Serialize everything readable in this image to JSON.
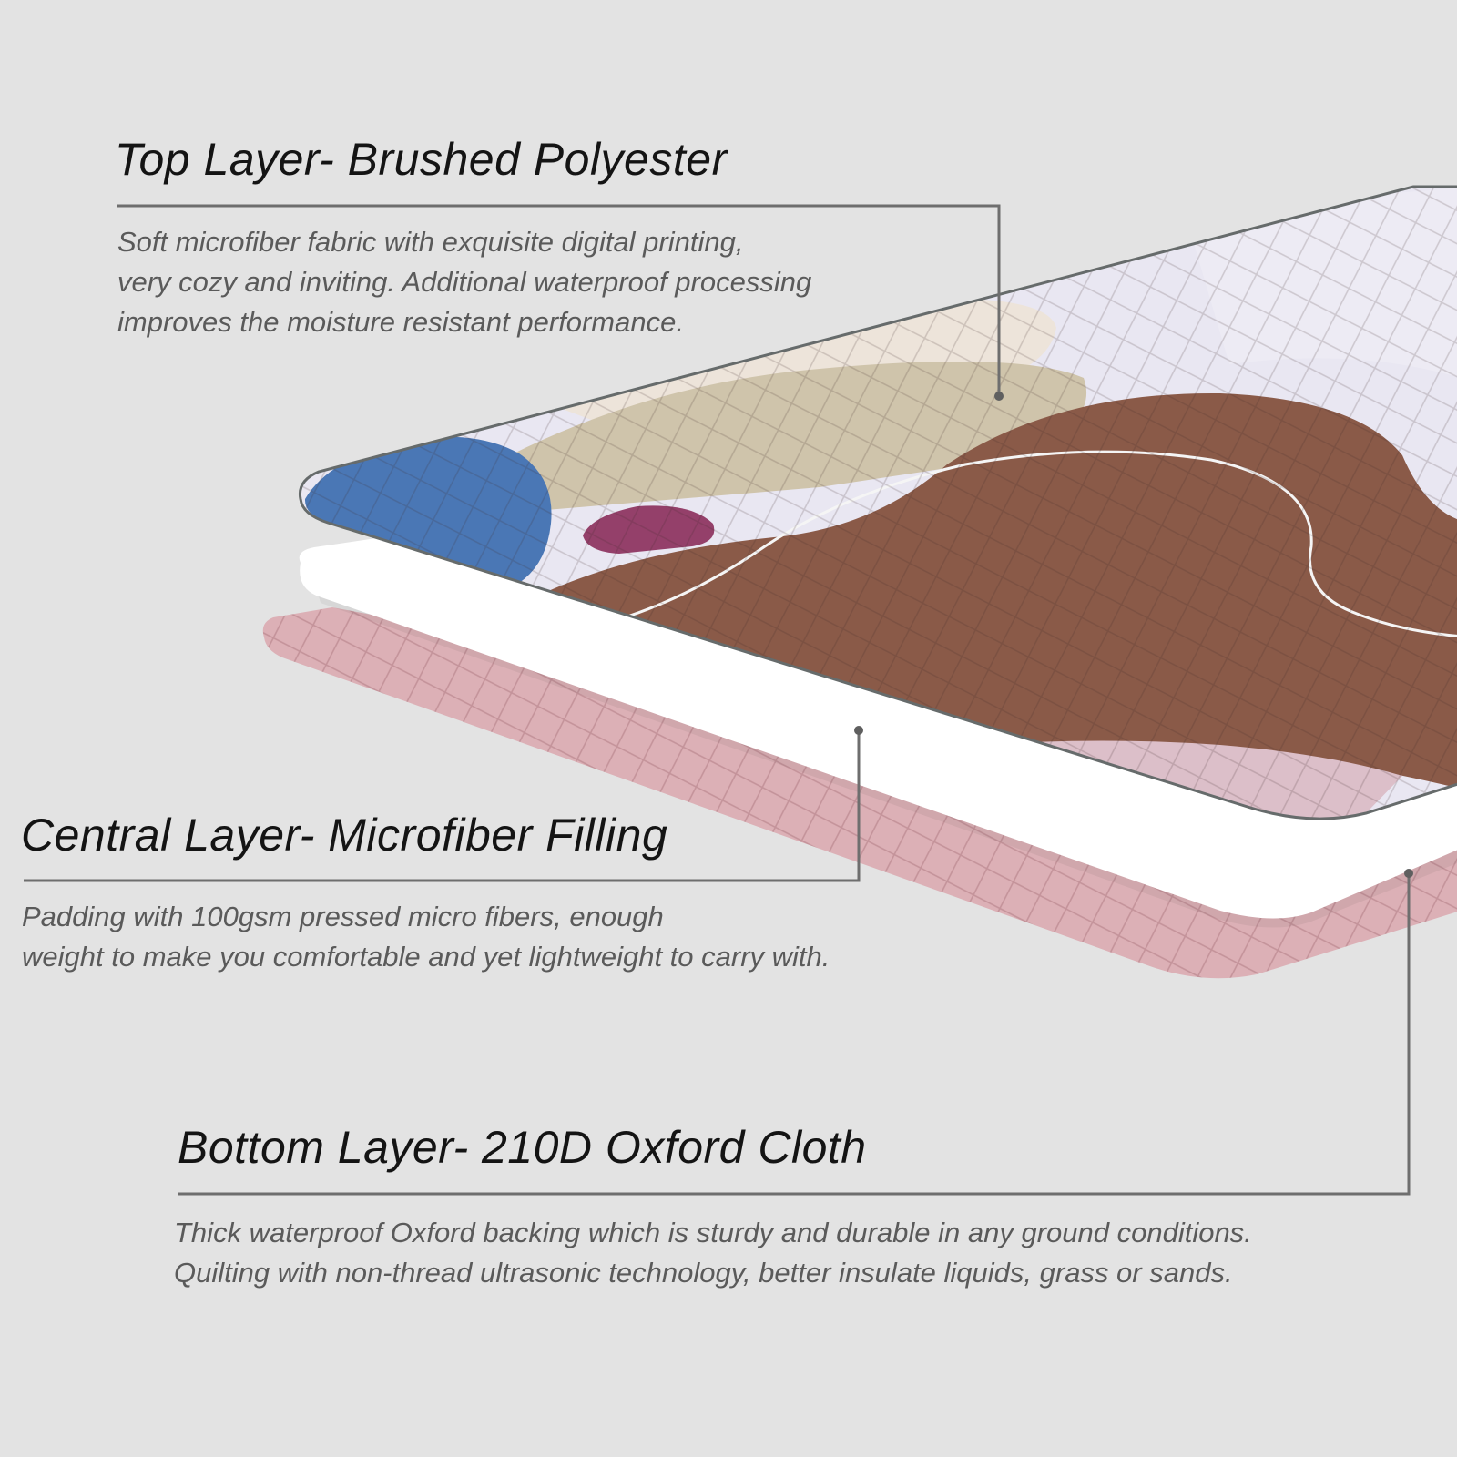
{
  "layers": {
    "top": {
      "title": "Top Layer- Brushed Polyester",
      "description_lines": [
        "Soft microfiber fabric with exquisite digital printing,",
        "very cozy and inviting. Additional  waterproof processing",
        "improves the moisture resistant performance."
      ]
    },
    "central": {
      "title": "Central Layer- Microfiber Filling",
      "description_lines": [
        "Padding with 100gsm pressed micro fibers, enough",
        "weight to make you comfortable and yet lightweight to carry with."
      ]
    },
    "bottom": {
      "title": "Bottom Layer- 210D Oxford Cloth",
      "description_lines": [
        "Thick waterproof Oxford backing which is sturdy and durable in any ground conditions.",
        "Quilting with non-thread ultrasonic technology, better insulate liquids, grass or sands."
      ]
    }
  },
  "colors": {
    "background": "#e3e3e3",
    "callout_line": "#6e6e6e",
    "top_fabric_base": "#e9e7f2",
    "top_fabric_edge": "#666b6b",
    "blob_blue": "#4a77b5",
    "blob_beige": "#cfc4ab",
    "blob_cream": "#ede4da",
    "blob_brown": "#8a5a48",
    "blob_magenta": "#94406a",
    "blob_pink": "#dcbfc9",
    "filling_white": "#ffffff",
    "bottom_pink": "#dcb0b6"
  }
}
